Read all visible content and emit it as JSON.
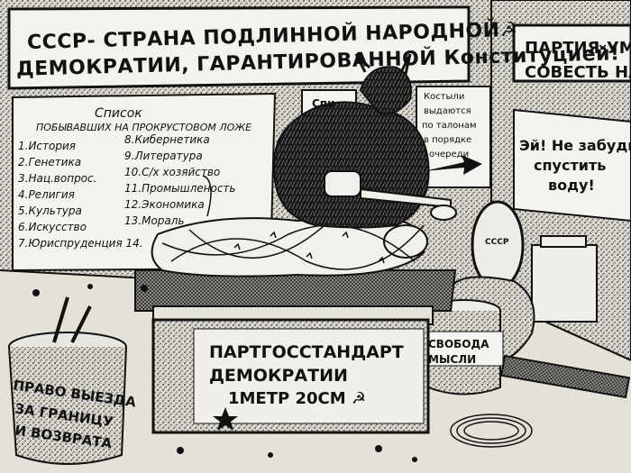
{
  "banner": {
    "line1": "СССР- СТРАНА ПОДЛИННОЙ НАРОДНОЙ☭",
    "line2": "ДЕМОКРАТИИ, ГАРАНТИРОВАННОЙ Конституцией!"
  },
  "party_sign": {
    "line1": "ПАРТИЯ-УМ,",
    "line2": "СОВЕСТЬ НАШ"
  },
  "list_poster": {
    "title": "Список",
    "subtitle": "ПОБЫВАВШИХ НА ПРОКРУСТОВОМ ЛОЖЕ",
    "items": [
      "1.История",
      "2.Генетика",
      "3.Нац.вопрос.",
      "4.Религия",
      "5.Культура",
      "6.Искусство",
      "7.Юриспруденция 14.",
      "8.Кибернетика",
      "9.Литература",
      "10.С/х хозяйство",
      "11.Промышленость",
      "12.Экономика",
      "13.Мораль"
    ]
  },
  "crutches_sign": {
    "lines": [
      "Костыли",
      "выдаются",
      "по талонам",
      "в порядке",
      "очереди"
    ]
  },
  "partial_sign": "Спи",
  "toilet_sign": {
    "lines": [
      "Эй! Не забудь",
      "спустить",
      "воду!"
    ]
  },
  "crate": {
    "line1": "ПАРТГОССТАНДАРТ",
    "line2": "ДЕМОКРАТИИ",
    "line3": "1МЕТР 20СМ ☭"
  },
  "freedom_bucket": {
    "line1": "СВОБОДА",
    "line2": "МЫСЛИ"
  },
  "trash_can": {
    "line1": "ПРАВО ВЫЕЗДА",
    "line2": "ЗА ГРАНИЦУ",
    "line3": "И ВОЗВРАТА"
  },
  "toilet_seal": "СССР",
  "colors": {
    "ink": "#111111",
    "paper": "#f2f0ea",
    "stipple": "#555555"
  }
}
